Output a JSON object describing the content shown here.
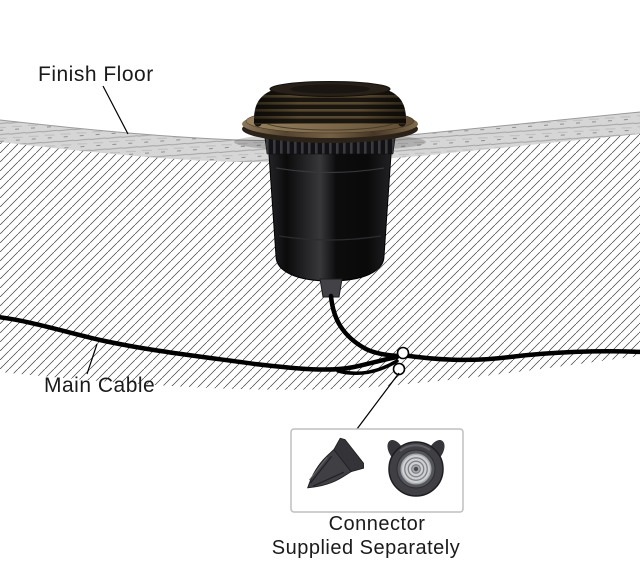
{
  "labels": {
    "finish_floor": "Finish Floor",
    "main_cable": "Main Cable",
    "connector_note_line1": "Connector",
    "connector_note_line2": "Supplied Separately"
  },
  "colors": {
    "background": "#ffffff",
    "text": "#1a1a1a",
    "line": "#000000",
    "hatch": "#454545",
    "floor_band": "#d6d6d6",
    "fixture_body": "#0c0c0d",
    "fixture_flange": "#746044",
    "fixture_louver_dark": "#1a150f",
    "fixture_louver_light": "#57492f",
    "connector_body": "#3f3f44",
    "connector_spring": "#cfd0d2",
    "box_border": "#bfbfbf"
  },
  "icons": {
    "wire_connector_side": "wire-nut-side-view",
    "wire_connector_front": "wire-nut-front-view"
  }
}
